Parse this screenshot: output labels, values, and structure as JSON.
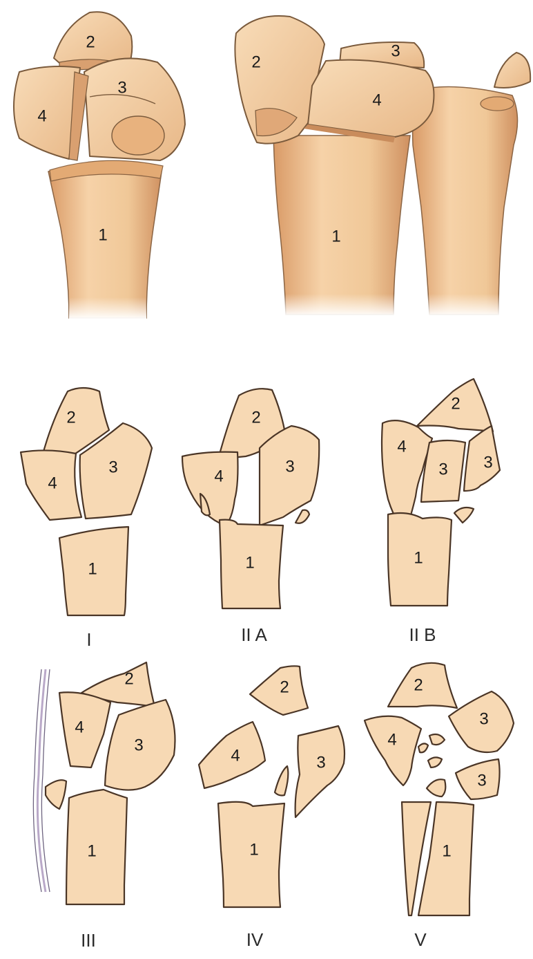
{
  "illustration": {
    "panels": [
      {
        "id": "lateral",
        "labels": [
          "2",
          "3",
          "4",
          "1"
        ]
      },
      {
        "id": "dorsal",
        "labels": [
          "2",
          "3",
          "4",
          "1"
        ]
      }
    ]
  },
  "classification": [
    {
      "caption": "I",
      "labels": [
        "2",
        "4",
        "3",
        "1"
      ]
    },
    {
      "caption": "II A",
      "labels": [
        "2",
        "4",
        "3",
        "1"
      ]
    },
    {
      "caption": "II B",
      "labels": [
        "2",
        "4",
        "3",
        "3",
        "1"
      ]
    },
    {
      "caption": "III",
      "labels": [
        "2",
        "4",
        "3",
        "1"
      ]
    },
    {
      "caption": "IV",
      "labels": [
        "2",
        "4",
        "3",
        "1"
      ]
    },
    {
      "caption": "V",
      "labels": [
        "2",
        "4",
        "3",
        "3",
        "1"
      ]
    }
  ],
  "colors": {
    "bone": "#f7d9b4",
    "bone_top": "#efc79c",
    "outline": "#4a3526",
    "nerve": "#b9a8c8"
  }
}
